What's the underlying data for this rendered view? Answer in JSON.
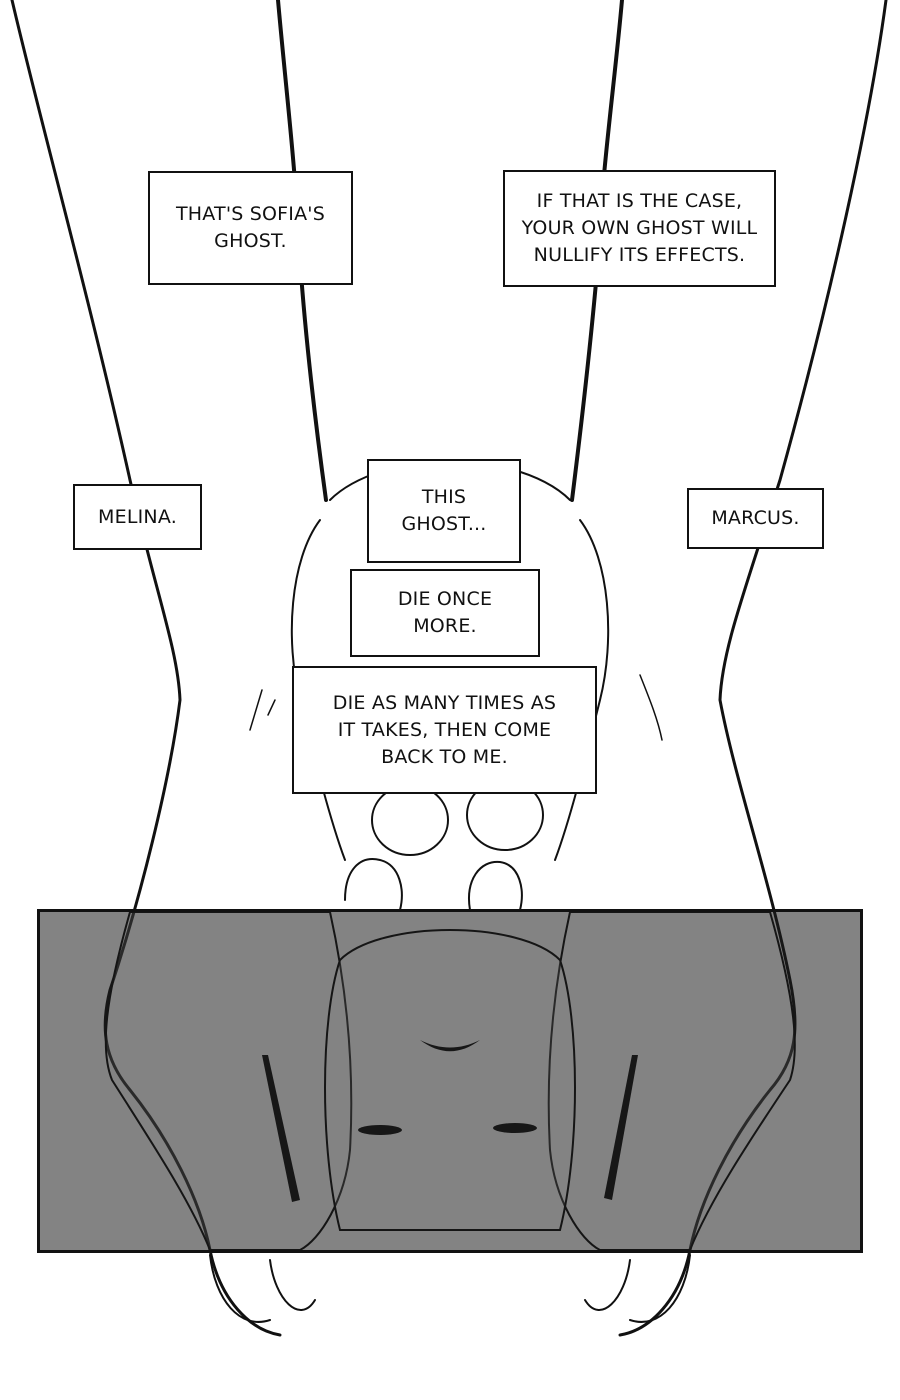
{
  "page": {
    "background": "#ffffff",
    "ink": "#111111"
  },
  "captions": {
    "sofias_ghost": {
      "lines": [
        "THAT'S SOFIA'S",
        "GHOST."
      ]
    },
    "nullify": {
      "lines": [
        "IF THAT IS THE CASE,",
        "YOUR OWN GHOST WILL",
        "NULLIFY ITS EFFECTS."
      ]
    },
    "melina": {
      "lines": [
        "MELINA."
      ]
    },
    "this_ghost": {
      "lines": [
        "THIS",
        "GHOST..."
      ]
    },
    "marcus": {
      "lines": [
        "MARCUS."
      ]
    },
    "die_once": {
      "lines": [
        "DIE ONCE",
        "MORE."
      ]
    },
    "die_many": {
      "lines": [
        "DIE AS MANY TIMES AS",
        "IT TAKES, THEN COME",
        "BACK TO ME."
      ]
    }
  },
  "panel": {
    "overlay_color": "#1e1e1e"
  }
}
